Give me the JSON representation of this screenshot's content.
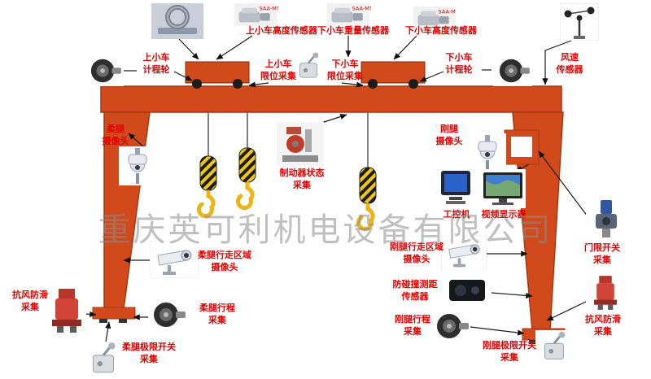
{
  "watermark": "重庆英可利机电设备有限公司",
  "colors": {
    "crane": "#d24a1b",
    "label_red": "#e60000",
    "watermark_gray": "#8c8c8c",
    "hook_yellow": "#eab514"
  },
  "device_tags": {
    "motor_tag": "SAA-MT"
  },
  "labels": {
    "upper_trolley_height_sensor": "上小车高度传感器",
    "lower_trolley_weight_sensor": "下小车重量传感器",
    "lower_trolley_height_sensor": "下小车高度传感器",
    "upper_trolley_odometer": "上小车\n计程轮",
    "upper_trolley_limit": "上小车\n限位采集",
    "lower_trolley_limit": "下小车\n限位采集",
    "lower_trolley_odometer": "下小车\n计程轮",
    "wind_speed_sensor": "风速\n传感器",
    "flexible_leg_camera": "柔腿\n摄像头",
    "rigid_leg_camera": "刚腿\n摄像头",
    "brake_status": "制动器状态\n采集",
    "industrial_pc": "工控机",
    "video_display": "视频显示器",
    "door_limit_switch": "门限开关\n采集",
    "flexible_leg_area_camera": "柔腿行走区域\n摄像头",
    "rigid_leg_area_camera": "刚腿行走区域\n摄像头",
    "anti_collision_sensor": "防碰撞测距\n传感器",
    "anti_slip_left": "抗风防滑\n采集",
    "anti_slip_right": "抗风防滑\n采集",
    "flexible_leg_travel": "柔腿行程\n采集",
    "rigid_leg_travel": "刚腿行程\n采集",
    "flexible_leg_limit": "柔腿极限开关\n采集",
    "rigid_leg_limit": "刚腿极限开关\n采集"
  }
}
